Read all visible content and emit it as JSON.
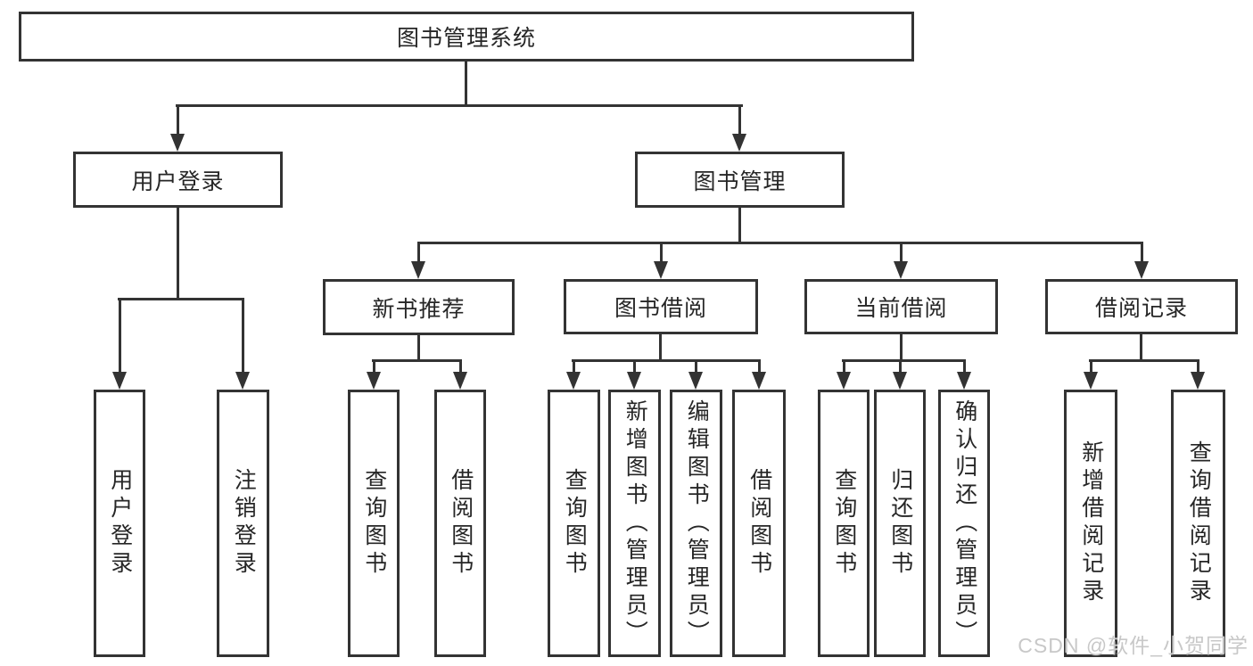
{
  "root": {
    "label": "图书管理系统"
  },
  "branches": [
    {
      "label": "用户登录",
      "leaves": [
        "用户登录",
        "注销登录"
      ]
    },
    {
      "label": "图书管理",
      "sections": [
        {
          "label": "新书推荐",
          "leaves": [
            "查询图书",
            "借阅图书"
          ]
        },
        {
          "label": "图书借阅",
          "leaves": [
            "查询图书",
            "新增图书（管理员）",
            "编辑图书（管理员）",
            "借阅图书"
          ]
        },
        {
          "label": "当前借阅",
          "leaves": [
            "查询图书",
            "归还图书",
            "确认归还（管理员）"
          ]
        },
        {
          "label": "借阅记录",
          "leaves": [
            "新增借阅记录",
            "查询借阅记录"
          ]
        }
      ]
    }
  ],
  "watermark": "CSDN @软件_小贺同学",
  "colors": {
    "line": "#333333",
    "box_border": "#333333",
    "text": "#262626",
    "watermark": "#c8c8c8",
    "background": "#ffffff"
  }
}
